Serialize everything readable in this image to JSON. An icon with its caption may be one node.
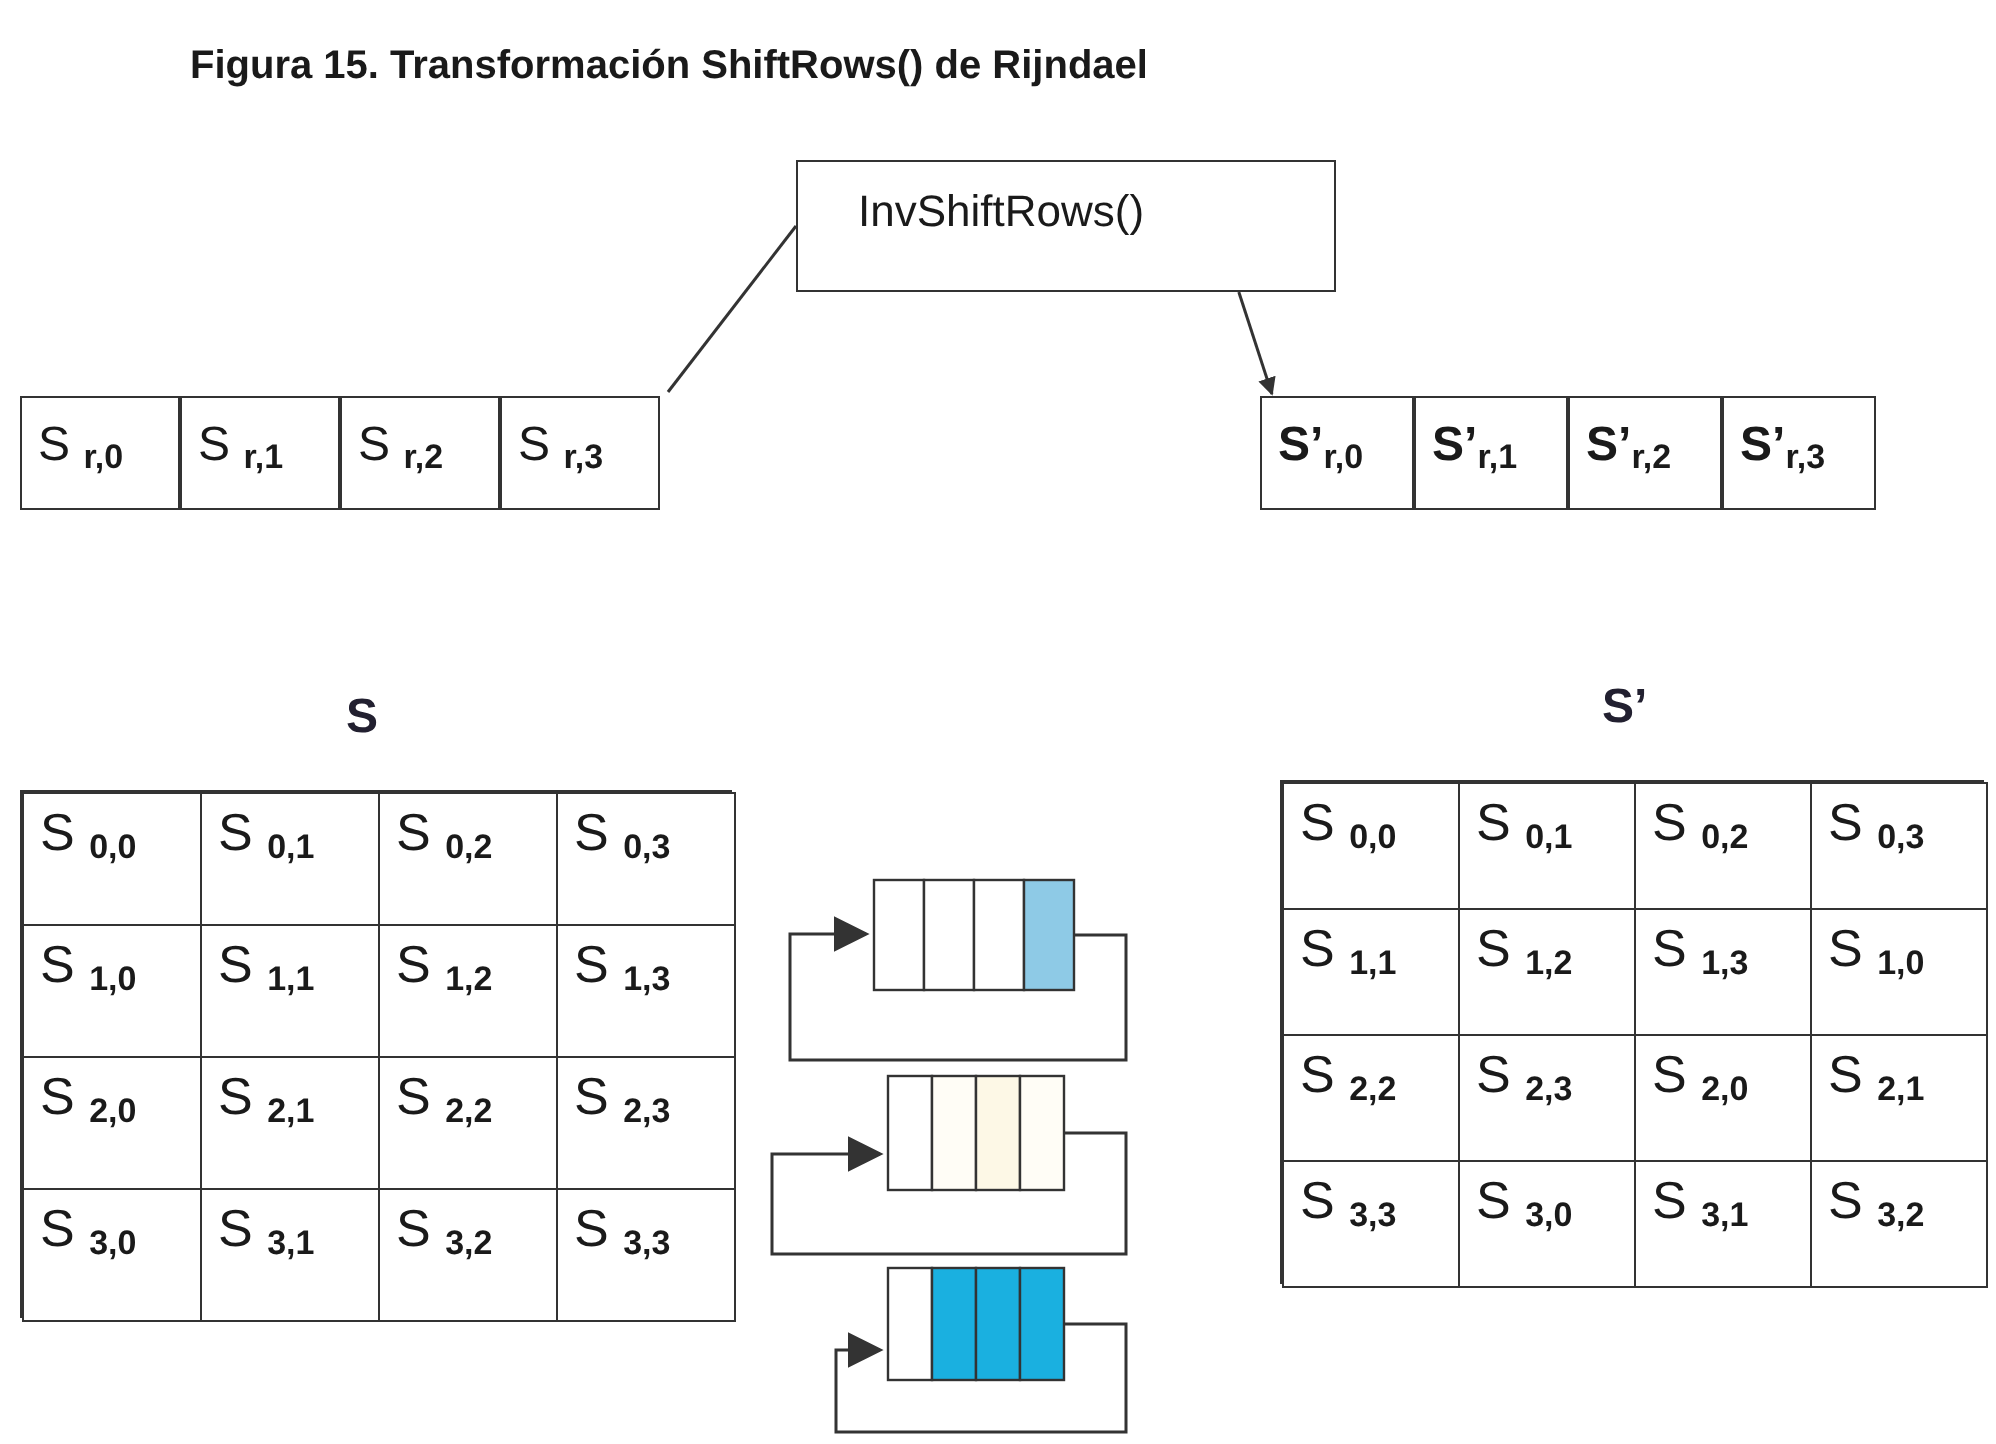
{
  "diagram": {
    "title": "Figura 15. Transformación ShiftRows() de Rijndael",
    "nodes": [
      {
        "text": [
          "InvShiftRows()"
        ]
      },
      {
        "text": [
          "S $_{r,0}$"
        ]
      },
      {
        "text": [
          "S $_{r,1}$"
        ]
      },
      {
        "text": [
          "S $_{r,2}$"
        ]
      },
      {
        "text": [
          "S $_{r,3}$"
        ]
      },
      {
        "text": [
          "S’$_{r,0}$"
        ]
      },
      {
        "text": [
          "S’$_{r,1}$"
        ]
      },
      {
        "text": [
          "S’$_{r,2}$"
        ]
      },
      {
        "text": [
          "S’$_{r,3}$"
        ]
      },
      {
        "text": [
          "S"
        ]
      },
      {
        "text": [
          "S $_{0,0}$"
        ],
        "in": 9
      },
      {
        "text": [
          "S $_{0,1}$"
        ],
        "in": 9
      },
      {
        "text": [
          "S $_{0,2}$"
        ],
        "in": 9
      },
      {
        "text": [
          "S $_{0,3}$"
        ],
        "in": 9
      },
      {
        "text": [
          "S $_{1,0}$"
        ],
        "in": 9
      },
      {
        "text": [
          "S $_{1,1}$"
        ],
        "in": 9
      },
      {
        "text": [
          "S $_{1,2}$"
        ],
        "in": 9
      },
      {
        "text": [
          "S $_{1,3}$"
        ],
        "in": 9
      },
      {
        "text": [
          "S $_{2,0}$"
        ],
        "in": 9
      },
      {
        "text": [
          "S $_{2,1}$"
        ],
        "in": 9
      },
      {
        "text": [
          "S $_{2,2}$"
        ],
        "in": 9
      },
      {
        "text": [
          "S $_{2,3}$"
        ],
        "in": 9
      },
      {
        "text": [
          "S $_{3,0}$"
        ],
        "in": 9
      },
      {
        "text": [
          "S $_{3,1}$"
        ],
        "in": 9
      },
      {
        "text": [
          "S $_{3,2}$"
        ],
        "in": 9
      },
      {
        "text": [
          "S $_{3,3}$"
        ],
        "in": 9
      },
      {
        "text": [
          "S’"
        ]
      },
      {
        "text": [
          "S $_{0,0}$"
        ],
        "in": 26
      },
      {
        "text": [
          "S $_{0,1}$"
        ],
        "in": 26
      },
      {
        "text": [
          "S $_{0,2}$"
        ],
        "in": 26
      },
      {
        "text": [
          "S $_{0,3}$"
        ],
        "in": 26
      },
      {
        "text": [
          "S $_{1,1}$"
        ],
        "in": 26
      },
      {
        "text": [
          "S $_{1,2}$"
        ],
        "in": 26
      },
      {
        "text": [
          "S $_{1,3}$"
        ],
        "in": 26
      },
      {
        "text": [
          "S $_{1,0}$"
        ],
        "in": 26
      },
      {
        "text": [
          "S $_{2,2}$"
        ],
        "in": 26
      },
      {
        "text": [
          "S $_{2,3}$"
        ],
        "in": 26
      },
      {
        "text": [
          "S $_{2,0}$"
        ],
        "in": 26
      },
      {
        "text": [
          "S $_{2,1}$"
        ],
        "in": 26
      },
      {
        "text": [
          "S $_{3,3}$"
        ],
        "in": 26
      },
      {
        "text": [
          "S $_{3,0}$"
        ],
        "in": 26
      },
      {
        "text": [
          "S $_{3,1}$"
        ],
        "in": 26
      },
      {
        "text": [
          "S $_{3,2}$"
        ],
        "in": 26
      }
    ],
    "edges": [
      {
        "from": 4,
        "to": 0,
        "arrow": "none"
      },
      {
        "from": 0,
        "to": 5,
        "arrow": "to"
      }
    ]
  }
}
